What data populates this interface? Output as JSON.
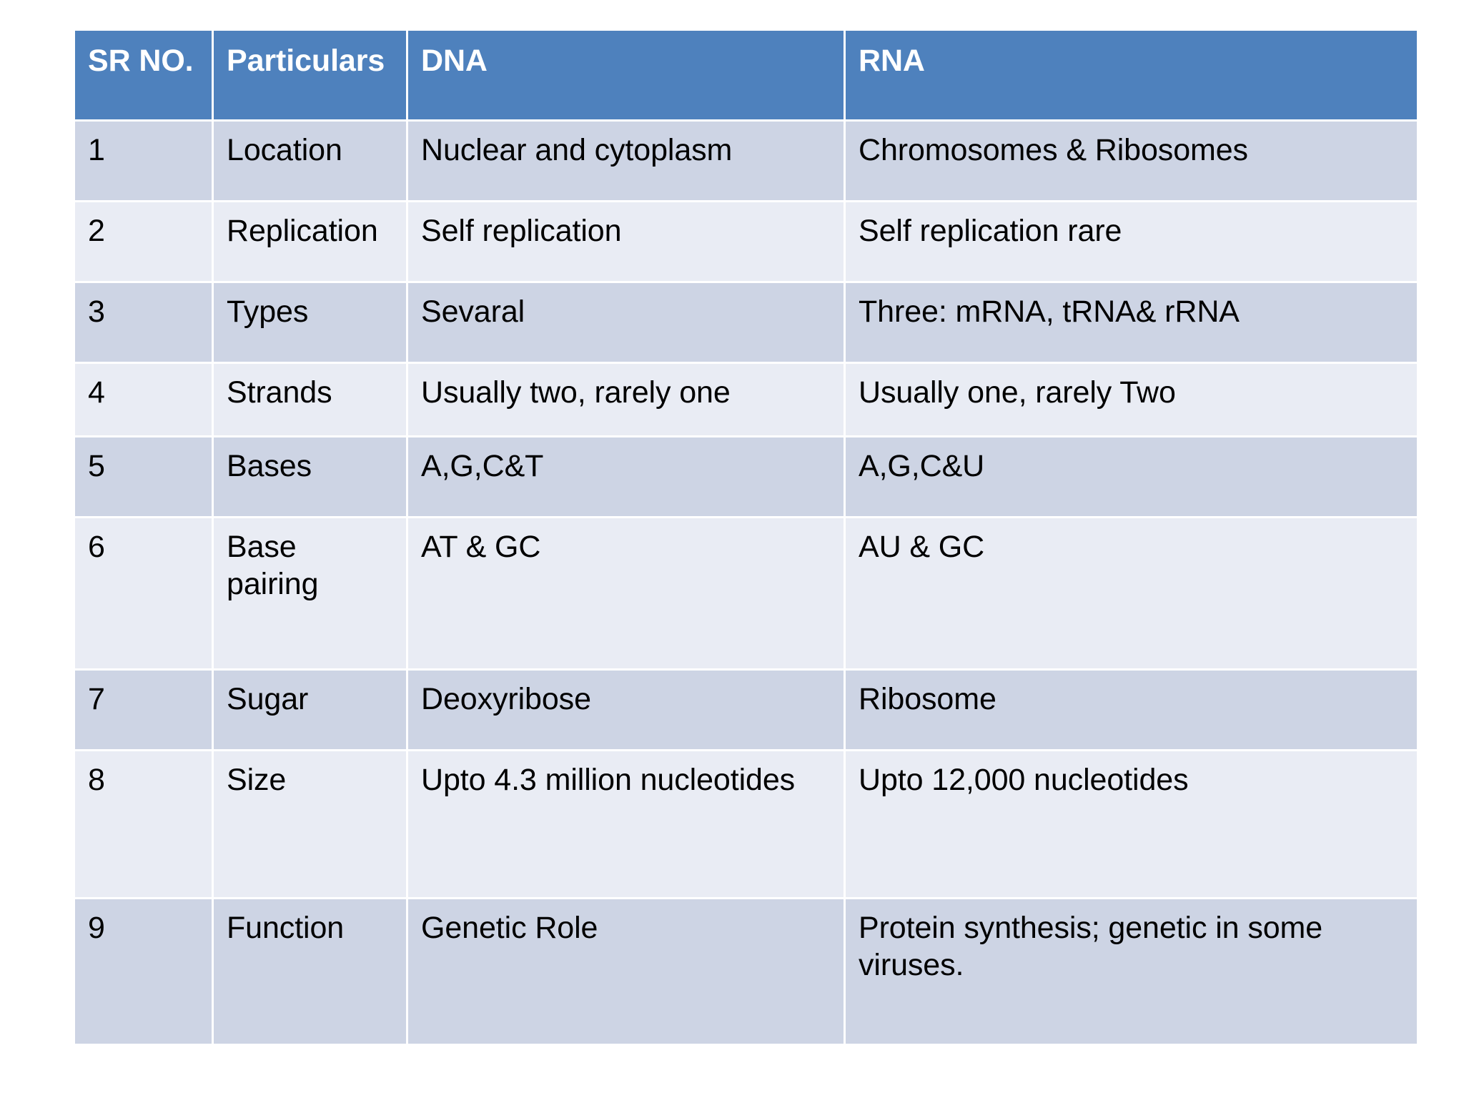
{
  "table": {
    "name": "dna-vs-rna-comparison-table",
    "columns": [
      {
        "key": "sr",
        "label": "SR NO."
      },
      {
        "key": "part",
        "label": "Particulars"
      },
      {
        "key": "dna",
        "label": "DNA"
      },
      {
        "key": "rna",
        "label": "RNA"
      }
    ],
    "header_background": "#4e81bd",
    "header_text_color": "#ffffff",
    "row_band_dark": "#cdd4e4",
    "row_band_light": "#e9ecf4",
    "rows": [
      {
        "sr": "1",
        "part": "Location",
        "dna": "Nuclear and cytoplasm",
        "rna": "Chromosomes & Ribosomes"
      },
      {
        "sr": "2",
        "part": "Replication",
        "dna": "Self replication",
        "rna": "Self replication rare"
      },
      {
        "sr": "3",
        "part": "Types",
        "dna": "Sevaral",
        "rna": "Three: mRNA, tRNA& rRNA"
      },
      {
        "sr": "4",
        "part": "Strands",
        "dna": "Usually two, rarely one",
        "rna": "Usually one, rarely Two"
      },
      {
        "sr": "5",
        "part": "Bases",
        "dna": "A,G,C&T",
        "rna": "A,G,C&U"
      },
      {
        "sr": "6",
        "part": "Base pairing",
        "dna": "AT & GC",
        "rna": "AU & GC"
      },
      {
        "sr": "7",
        "part": "Sugar",
        "dna": "Deoxyribose",
        "rna": "Ribosome"
      },
      {
        "sr": "8",
        "part": "Size",
        "dna": "Upto 4.3 million nucleotides",
        "rna": "Upto 12,000 nucleotides"
      },
      {
        "sr": "9",
        "part": "Function",
        "dna": "Genetic Role",
        "rna": "Protein synthesis; genetic in some viruses."
      }
    ]
  }
}
